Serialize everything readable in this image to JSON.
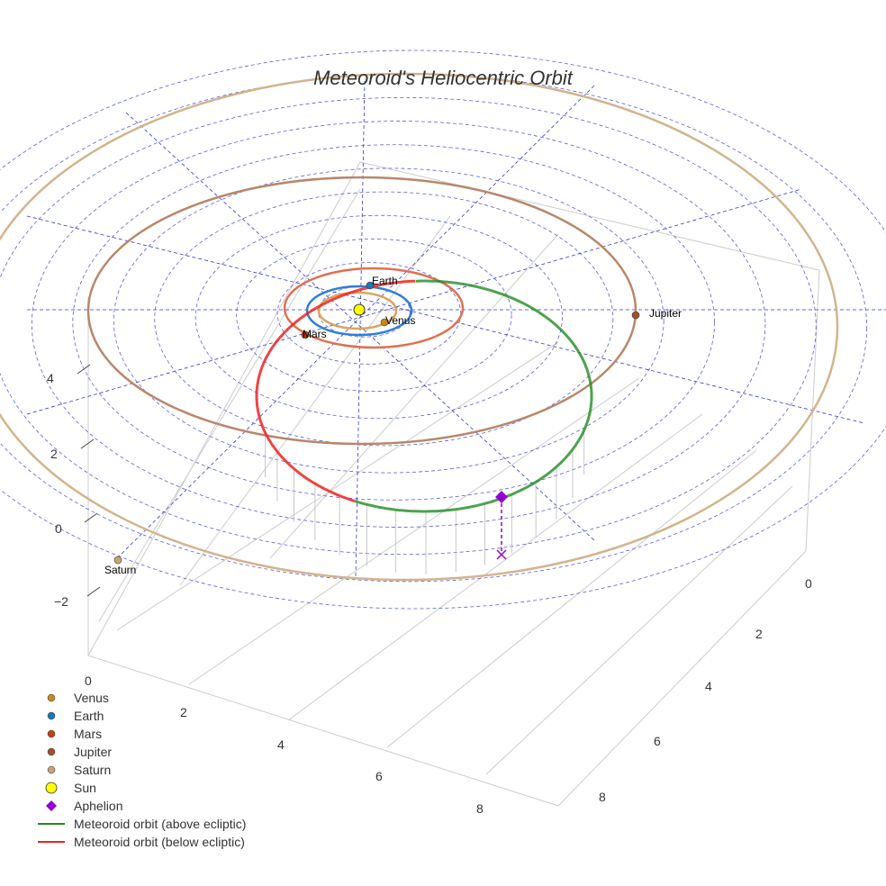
{
  "chart_data": {
    "type": "scatter3d",
    "title": "Meteoroid's Heliocentric Orbit",
    "axes": {
      "x": {
        "ticks": [
          "0",
          "2",
          "4",
          "6",
          "8"
        ]
      },
      "y": {
        "ticks": [
          "0",
          "2",
          "4",
          "6",
          "8"
        ]
      },
      "z": {
        "ticks": [
          "4",
          "2",
          "0",
          "−2"
        ]
      }
    },
    "planets": [
      {
        "name": "Venus",
        "orbit_au": 0.72,
        "color": "#c8861e",
        "orbit_color": "#d9a55a"
      },
      {
        "name": "Earth",
        "orbit_au": 1.0,
        "color": "#1f77b4",
        "orbit_color": "#2f7fd8"
      },
      {
        "name": "Mars",
        "orbit_au": 1.52,
        "color": "#c1440e",
        "orbit_color": "#e07050"
      },
      {
        "name": "Jupiter",
        "orbit_au": 5.2,
        "color": "#a0522d",
        "orbit_color": "#b8876a"
      },
      {
        "name": "Saturn",
        "orbit_au": 9.54,
        "color": "#c9a27a",
        "orbit_color": "#d2b48c"
      }
    ],
    "sun": {
      "name": "Sun",
      "color": "#ffff00"
    },
    "aphelion": {
      "name": "Aphelion",
      "color": "#9400d3"
    },
    "orbit_above": {
      "name": "Meteoroid orbit (above ecliptic)",
      "color": "#228b22"
    },
    "orbit_below": {
      "name": "Meteoroid orbit (below ecliptic)",
      "color": "#ee2222"
    },
    "ecliptic_grid_color": "#3333dd",
    "legend_position": "bottom-left"
  }
}
